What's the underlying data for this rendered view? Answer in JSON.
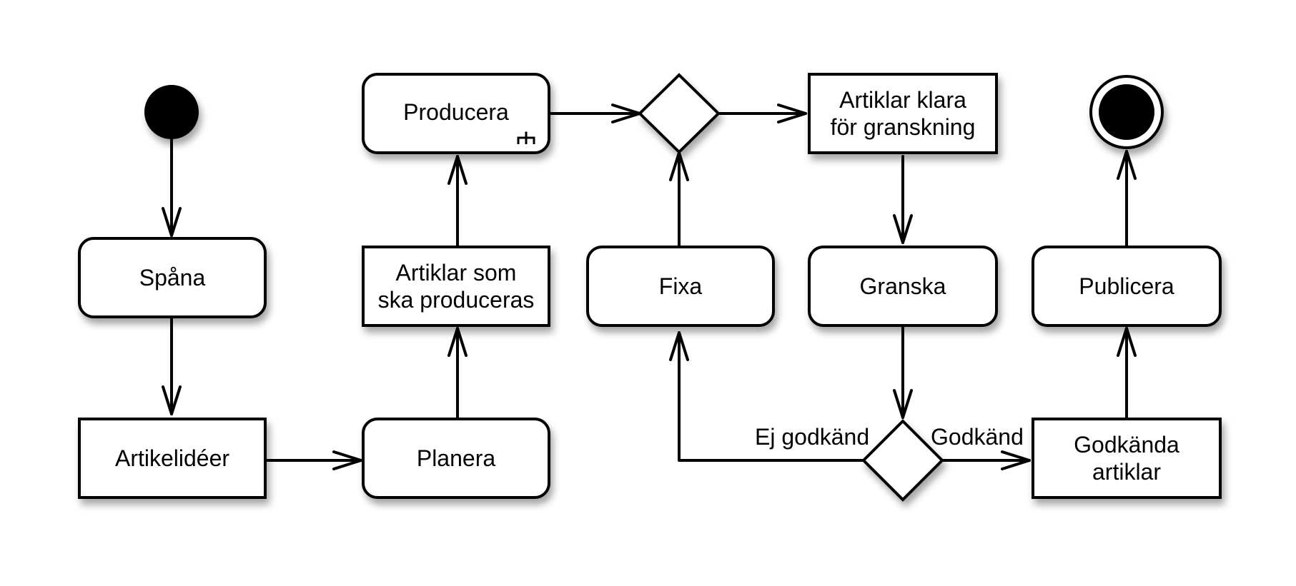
{
  "diagram": {
    "nodes": {
      "spana": "Spåna",
      "artikelideer": "Artikelidéer",
      "planera": "Planera",
      "artiklar_som_ska_produceras": "Artiklar som\nska produceras",
      "producera": "Producera",
      "fixa": "Fixa",
      "artiklar_klara": "Artiklar klara\nför granskning",
      "granska": "Granska",
      "publicera": "Publicera",
      "godkanda_artiklar": "Godkända\nartiklar"
    },
    "edge_labels": {
      "rejected": "Ej godkänd",
      "approved": "Godkänd"
    },
    "icons": {
      "start": "initial-node-icon",
      "end": "final-node-icon",
      "subactivity": "rake-icon",
      "decision": "decision-diamond-icon"
    }
  }
}
